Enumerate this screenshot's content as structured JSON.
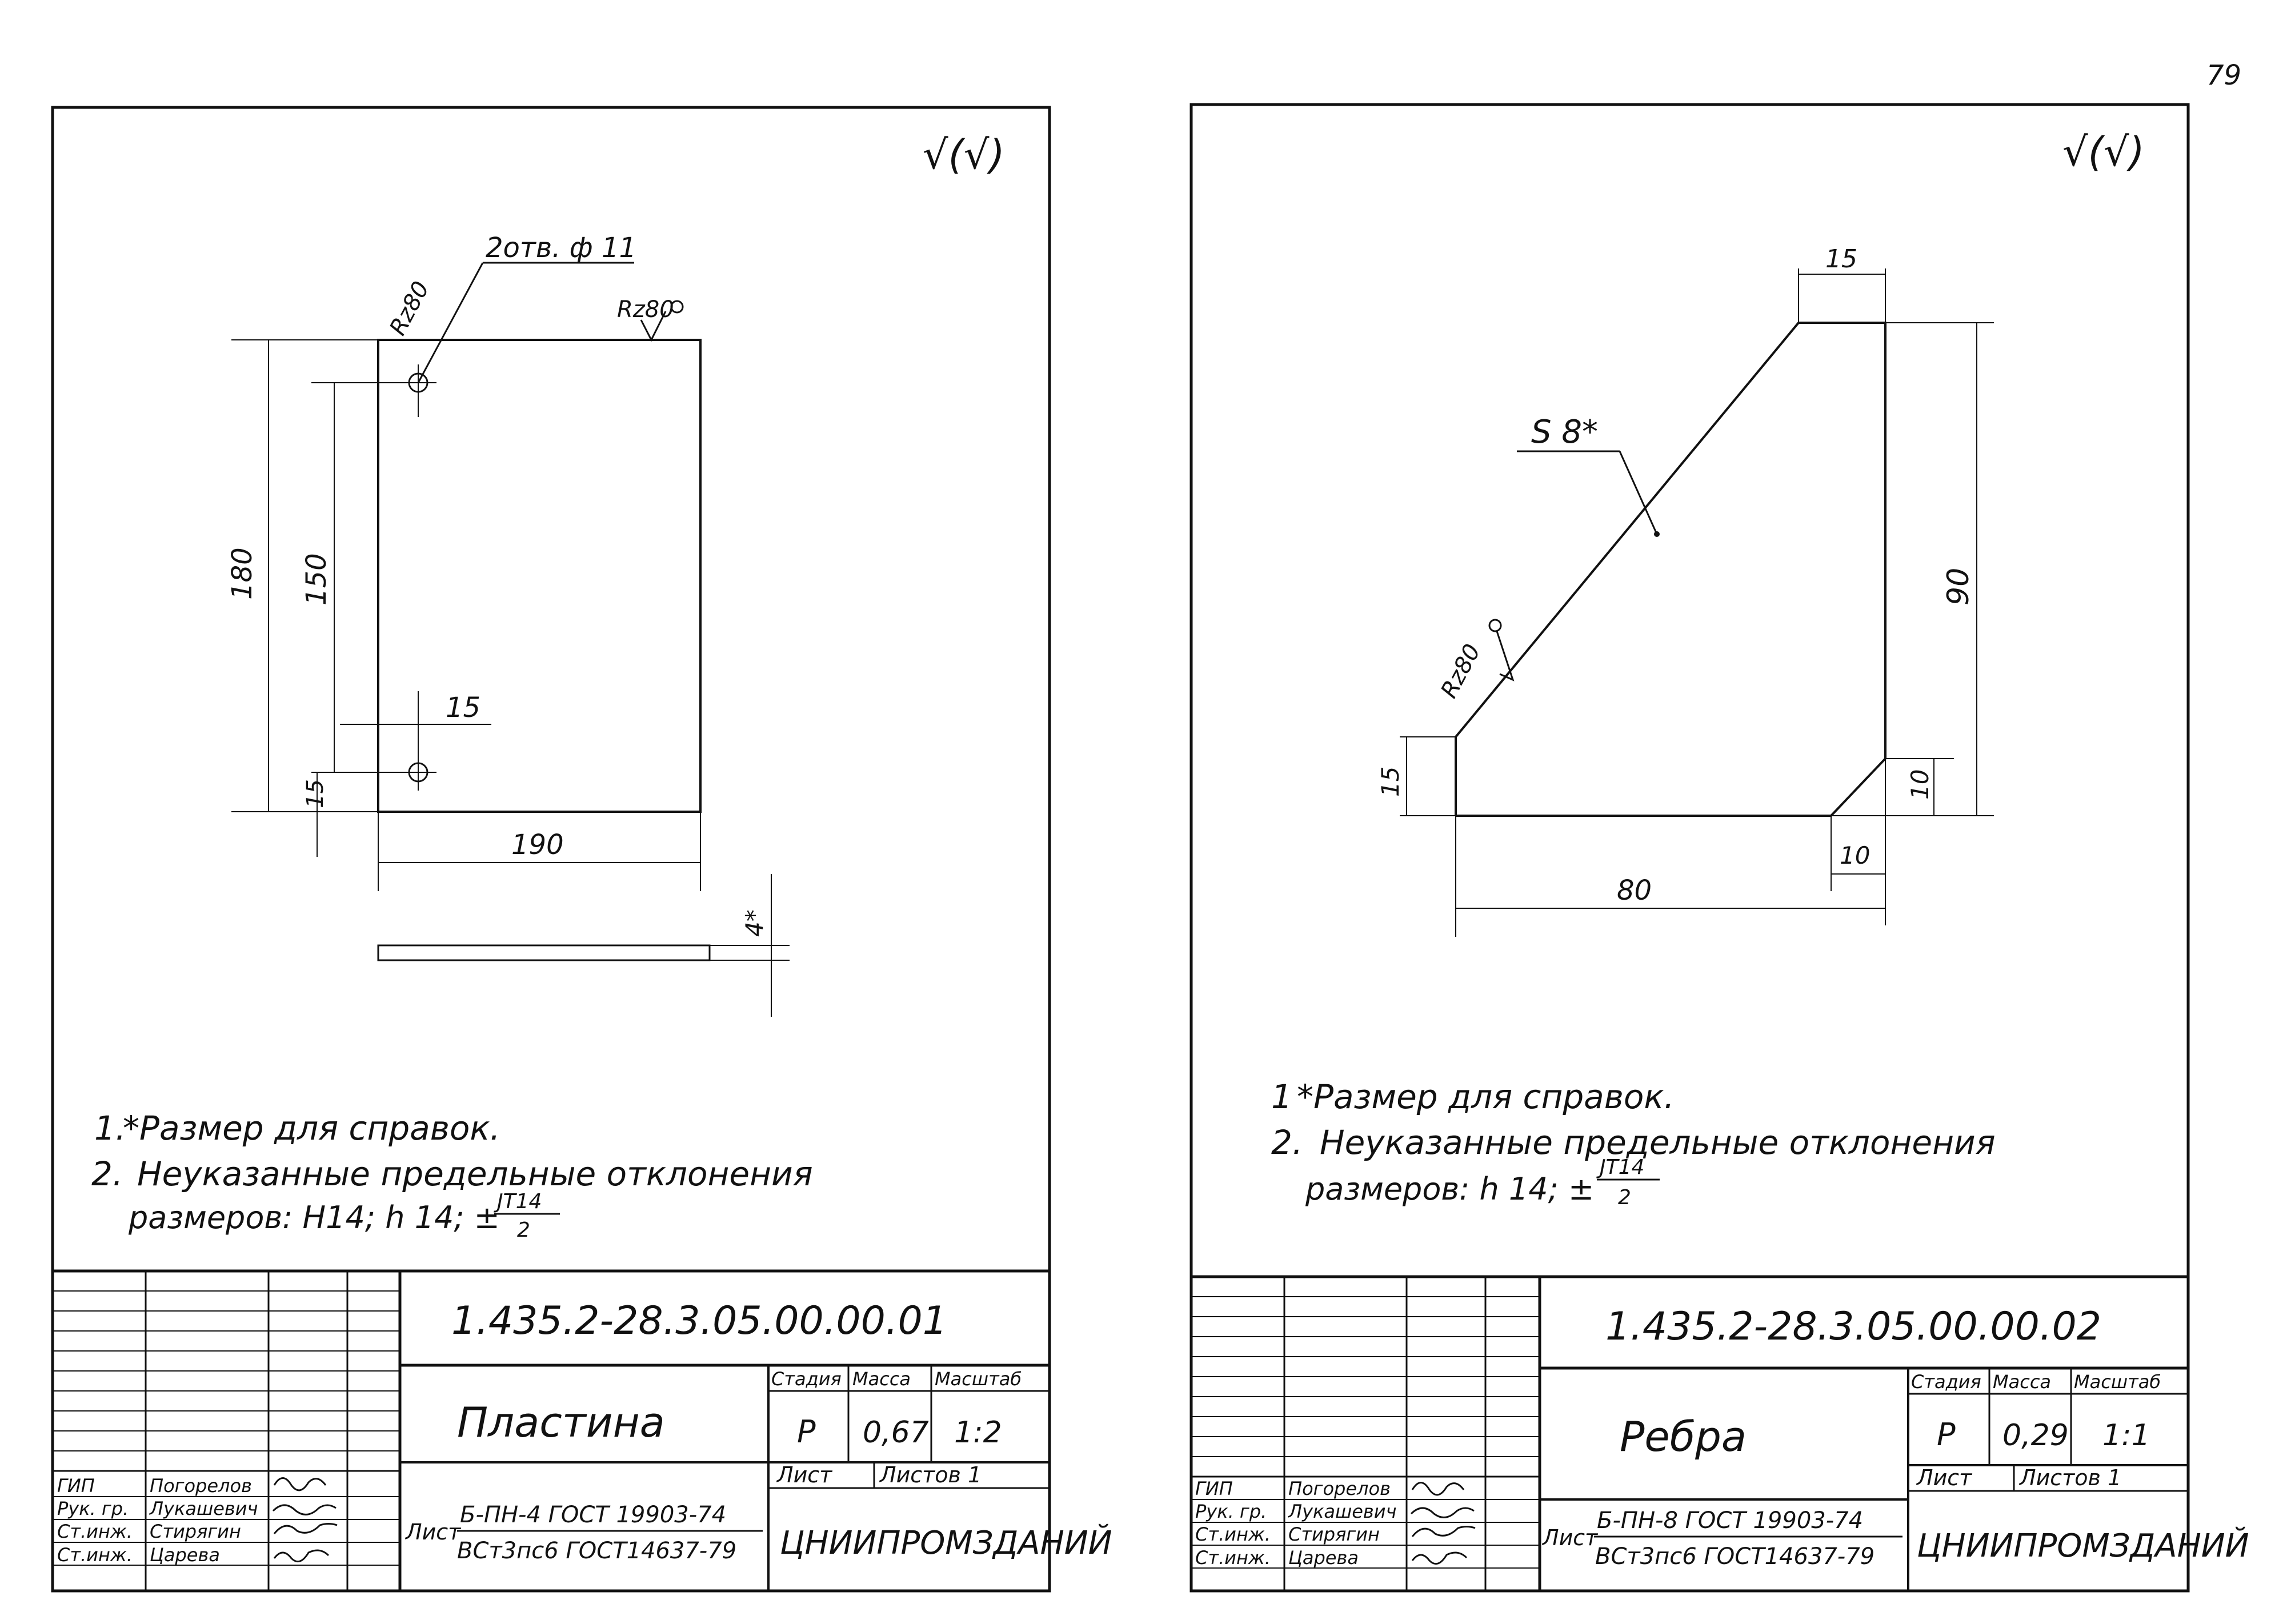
{
  "page": {
    "number": "79"
  },
  "sheets": [
    {
      "id": "plate",
      "roughness_mark": "√(√)",
      "drawing": {
        "hole_label": "2отв. ф 11",
        "roughness_top_left": "Rz80",
        "roughness_top_right": "Rz80",
        "dim_180": "180",
        "dim_150": "150",
        "dim_15_horizontal": "15",
        "dim_15_vertical": "15",
        "dim_190": "190",
        "dim_thickness": "4*"
      },
      "notes": {
        "n1_num": "1.",
        "n1_text": "*Размер для справок.",
        "n2_num": "2.",
        "n2_text": "Неуказанные предельные отклонения",
        "n2_line2": "размеров: Н14; h 14; ±",
        "frac_top": "JT14",
        "frac_bottom": "2"
      },
      "title_block": {
        "designation": "1.435.2-28.3.05.00.00.01",
        "name": "Пластина",
        "stage_label": "Стадия",
        "mass_label": "Масса",
        "scale_label": "Масштаб",
        "stage": "Р",
        "mass": "0,67",
        "scale": "1:2",
        "sheet_label": "Лист",
        "sheets_label": "Листов 1",
        "material_prefix": "Лист",
        "material_top": "Б-ПН-4 ГОСТ 19903-74",
        "material_bottom": "ВСт3пс6 ГОСТ14637-79",
        "organization": "ЦНИИПРОМЗДАНИЙ",
        "signatures": [
          {
            "role": "ГИП",
            "name": "Погорелов"
          },
          {
            "role": "Рук. гр.",
            "name": "Лукашевич"
          },
          {
            "role": "Ст.инж.",
            "name": "Стирягин"
          },
          {
            "role": "Ст.инж.",
            "name": "Царева"
          }
        ]
      }
    },
    {
      "id": "rib",
      "roughness_mark": "√(√)",
      "drawing": {
        "thickness_label": "S 8*",
        "roughness_label": "Rz80",
        "dim_15_top": "15",
        "dim_90": "90",
        "dim_15_left": "15",
        "dim_10_vertical": "10",
        "dim_10_horizontal": "10",
        "dim_80": "80"
      },
      "notes": {
        "n1_num": "1",
        "n1_text": "*Размер для справок.",
        "n2_num": "2.",
        "n2_text": "Неуказанные предельные отклонения",
        "n2_line2": "размеров: h 14; ±",
        "frac_top": "JT14",
        "frac_bottom": "2"
      },
      "title_block": {
        "designation": "1.435.2-28.3.05.00.00.02",
        "name": "Ребра",
        "stage_label": "Стадия",
        "mass_label": "Масса",
        "scale_label": "Масштаб",
        "stage": "Р",
        "mass": "0,29",
        "scale": "1:1",
        "sheet_label": "Лист",
        "sheets_label": "Листов 1",
        "material_prefix": "Лист",
        "material_top": "Б-ПН-8 ГОСТ 19903-74",
        "material_bottom": "ВСт3пс6 ГОСТ14637-79",
        "organization": "ЦНИИПРОМЗДАНИЙ",
        "signatures": [
          {
            "role": "ГИП",
            "name": "Погорелов"
          },
          {
            "role": "Рук. гр.",
            "name": "Лукашевич"
          },
          {
            "role": "Ст.инж.",
            "name": "Стирягин"
          },
          {
            "role": "Ст.инж.",
            "name": "Царева"
          }
        ]
      }
    }
  ]
}
